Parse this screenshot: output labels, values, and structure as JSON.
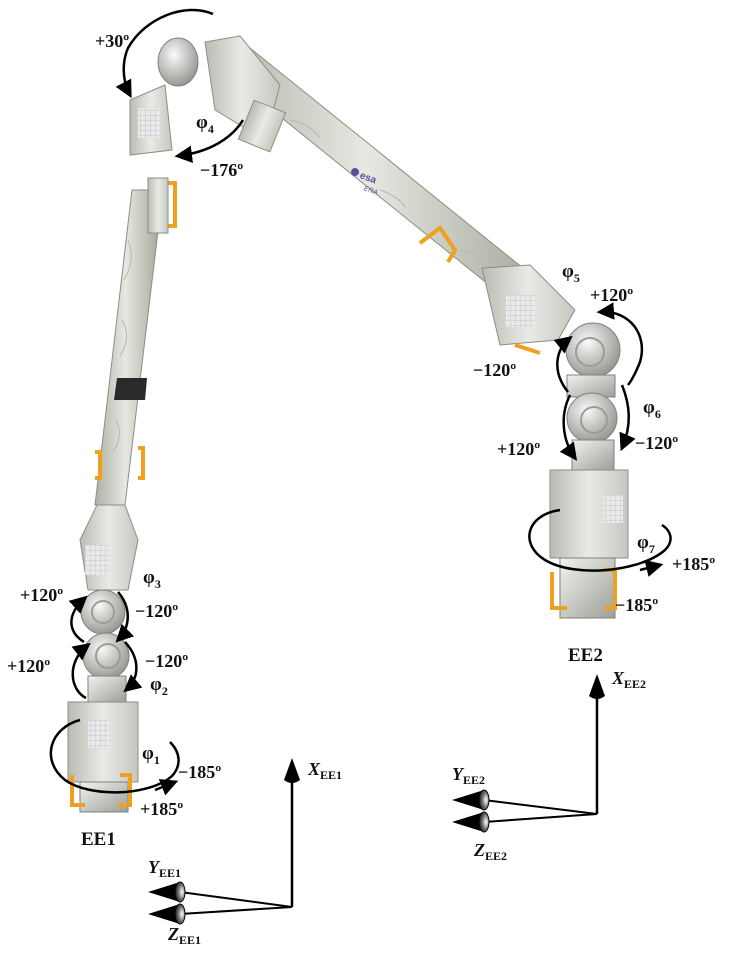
{
  "joints": {
    "phi1": {
      "symbol": "φ",
      "sub": "1"
    },
    "phi2": {
      "symbol": "φ",
      "sub": "2"
    },
    "phi3": {
      "symbol": "φ",
      "sub": "3"
    },
    "phi4": {
      "symbol": "φ",
      "sub": "4"
    },
    "phi5": {
      "symbol": "φ",
      "sub": "5"
    },
    "phi6": {
      "symbol": "φ",
      "sub": "6"
    },
    "phi7": {
      "symbol": "φ",
      "sub": "7"
    }
  },
  "limits": {
    "j4_pos": "+30º",
    "j4_neg": "−176º",
    "j5_pos": "+120º",
    "j5_neg": "−120º",
    "j6_pos": "+120º",
    "j6_neg": "−120º",
    "j7_pos": "+185º",
    "j7_neg": "−185º",
    "j3_pos": "+120º",
    "j3_neg": "−120º",
    "j2_pos": "+120º",
    "j2_neg": "−120º",
    "j1_neg": "−185º",
    "j1_pos": "+185º"
  },
  "end_effectors": {
    "ee1": "EE1",
    "ee2": "EE2"
  },
  "frames": {
    "ee1": {
      "x": {
        "main": "X",
        "sub": "EE1"
      },
      "y": {
        "main": "Y",
        "sub": "EE1"
      },
      "z": {
        "main": "Z",
        "sub": "EE1"
      }
    },
    "ee2": {
      "x": {
        "main": "X",
        "sub": "EE2"
      },
      "y": {
        "main": "Y",
        "sub": "EE2"
      },
      "z": {
        "main": "Z",
        "sub": "EE2"
      }
    }
  },
  "boom_logo": {
    "text": "esa",
    "subtext": "ERA"
  },
  "colors": {
    "boom": "#dcdfd6",
    "boom_shade": "#a9ad9f",
    "joint": "#d4d6d2",
    "handle": "#f0a020",
    "collar": "#2a2a2a",
    "arrow": "#000000"
  }
}
